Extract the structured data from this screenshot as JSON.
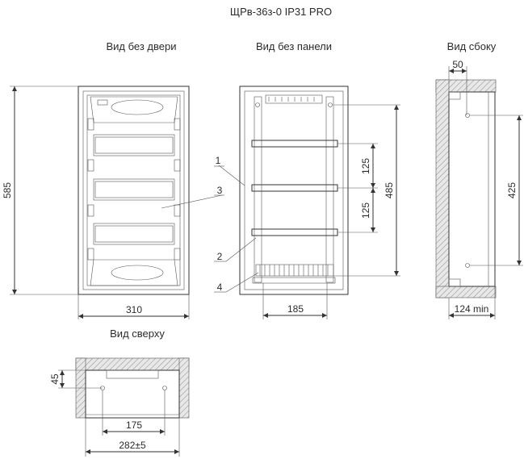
{
  "title": "ЩРв-36з-0 IP31 PRO",
  "views": {
    "no_door": "Вид без двери",
    "no_panel": "Вид без панели",
    "side": "Вид сбоку",
    "top": "Вид сверху"
  },
  "dimensions": {
    "height_total": "585",
    "width_front": "310",
    "rail_spacing_upper": "125",
    "rail_spacing_lower": "125",
    "inner_height": "485",
    "inner_width": "185",
    "side_top_offset": "50",
    "side_hole_spacing": "425",
    "side_depth": "124 min",
    "top_depth": "45",
    "top_hole_spacing": "175",
    "top_width": "282±5"
  },
  "callouts": [
    "1",
    "2",
    "3",
    "4"
  ]
}
